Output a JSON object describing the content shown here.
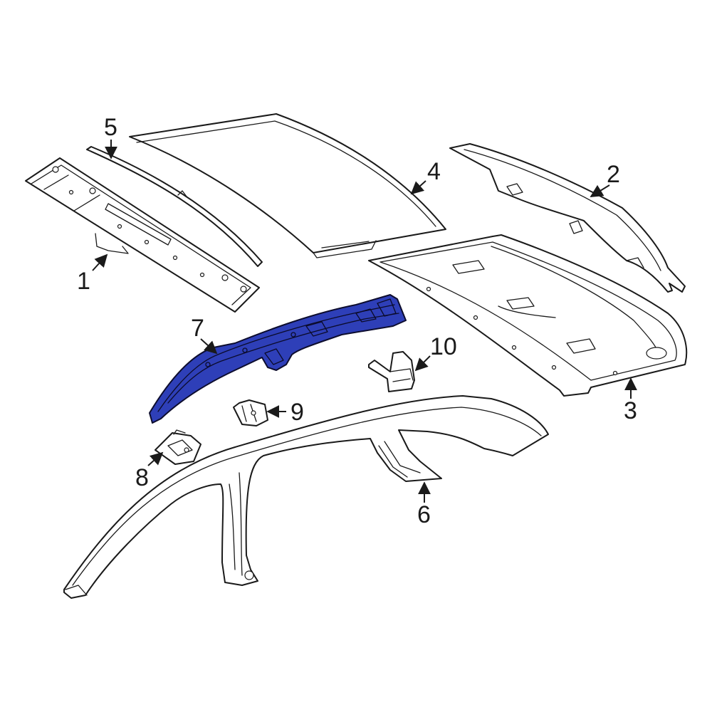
{
  "colors": {
    "highlight": "#2e3fb8",
    "line": "#1a1a1a",
    "background": "#ffffff"
  },
  "highlighted_part": "7",
  "callouts": [
    {
      "id": "c1",
      "label": "1"
    },
    {
      "id": "c2",
      "label": "2"
    },
    {
      "id": "c3",
      "label": "3"
    },
    {
      "id": "c4",
      "label": "4"
    },
    {
      "id": "c5",
      "label": "5"
    },
    {
      "id": "c6",
      "label": "6"
    },
    {
      "id": "c7",
      "label": "7"
    },
    {
      "id": "c8",
      "label": "8"
    },
    {
      "id": "c9",
      "label": "9"
    },
    {
      "id": "c10",
      "label": "10"
    }
  ]
}
